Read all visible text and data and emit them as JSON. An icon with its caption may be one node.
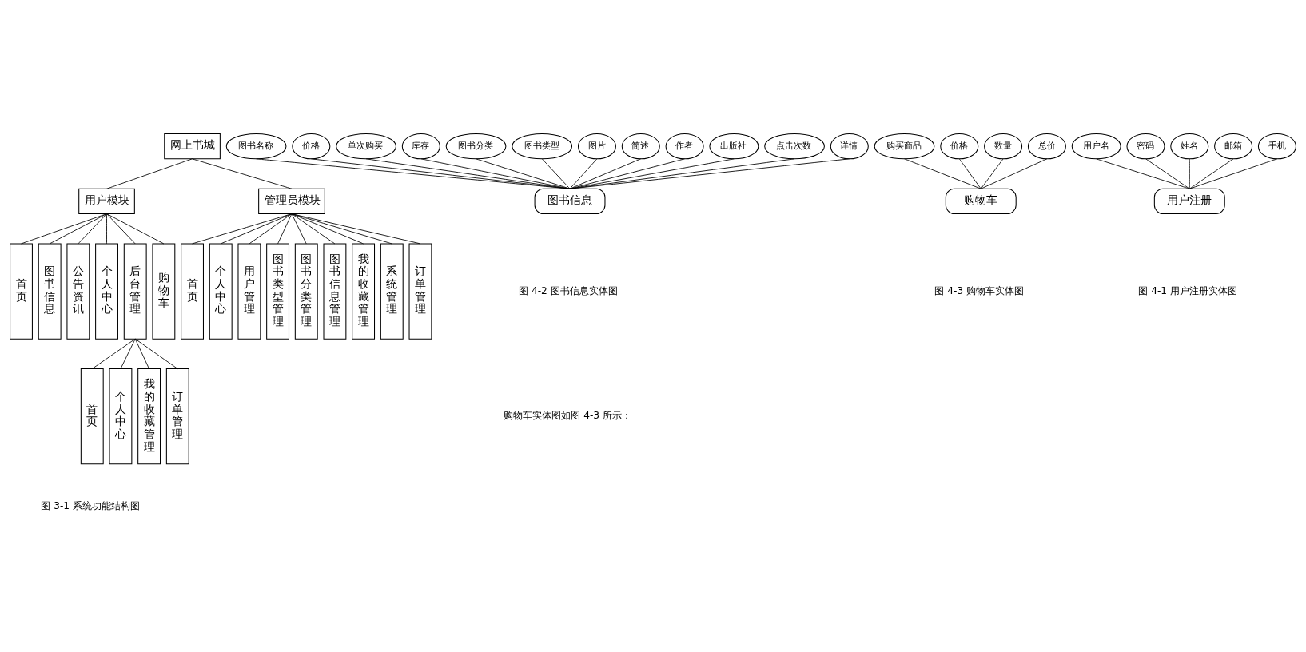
{
  "diagram": {
    "nodes": [
      {
        "text": [
          "网上书城"
        ]
      },
      {
        "text": [
          "用户模块"
        ]
      },
      {
        "text": [
          "管理员模块"
        ]
      },
      {
        "text": [
          "首页"
        ]
      },
      {
        "text": [
          "图书信息"
        ]
      },
      {
        "text": [
          "公告资讯"
        ]
      },
      {
        "text": [
          "个人中心"
        ]
      },
      {
        "text": [
          "后台管理"
        ]
      },
      {
        "text": [
          "购物车"
        ]
      },
      {
        "text": [
          "首页"
        ]
      },
      {
        "text": [
          "个人中心"
        ]
      },
      {
        "text": [
          "用户管理"
        ]
      },
      {
        "text": [
          "图书类型管理"
        ]
      },
      {
        "text": [
          "图书分类管理"
        ]
      },
      {
        "text": [
          "图书信息管理"
        ]
      },
      {
        "text": [
          "我的收藏管理"
        ]
      },
      {
        "text": [
          "系统管理"
        ]
      },
      {
        "text": [
          "订单管理"
        ]
      },
      {
        "text": [
          "首页"
        ]
      },
      {
        "text": [
          "个人中心"
        ]
      },
      {
        "text": [
          "我的收藏管理"
        ]
      },
      {
        "text": [
          "订单管理"
        ]
      },
      {
        "text": [
          "图书名称"
        ]
      },
      {
        "text": [
          "价格"
        ]
      },
      {
        "text": [
          "单次购买"
        ]
      },
      {
        "text": [
          "库存"
        ]
      },
      {
        "text": [
          "图书分类"
        ]
      },
      {
        "text": [
          "图书类型"
        ]
      },
      {
        "text": [
          "图片"
        ]
      },
      {
        "text": [
          "简述"
        ]
      },
      {
        "text": [
          "作者"
        ]
      },
      {
        "text": [
          "出版社"
        ]
      },
      {
        "text": [
          "点击次数"
        ]
      },
      {
        "text": [
          "详情"
        ]
      },
      {
        "text": [
          "图书信息"
        ]
      },
      {
        "text": [
          "购买商品"
        ]
      },
      {
        "text": [
          "价格"
        ]
      },
      {
        "text": [
          "数量"
        ]
      },
      {
        "text": [
          "总价"
        ]
      },
      {
        "text": [
          "购物车"
        ]
      },
      {
        "text": [
          "用户名"
        ]
      },
      {
        "text": [
          "密码"
        ]
      },
      {
        "text": [
          "姓名"
        ]
      },
      {
        "text": [
          "邮箱"
        ]
      },
      {
        "text": [
          "手机"
        ]
      },
      {
        "text": [
          "用户注册"
        ]
      }
    ],
    "edges": [
      {
        "from": 0,
        "to": 1,
        "arrow": "none"
      },
      {
        "from": 0,
        "to": 2,
        "arrow": "none"
      },
      {
        "from": 1,
        "to": 3,
        "arrow": "none"
      },
      {
        "from": 1,
        "to": 4,
        "arrow": "none"
      },
      {
        "from": 1,
        "to": 5,
        "arrow": "none"
      },
      {
        "from": 1,
        "to": 6,
        "arrow": "none"
      },
      {
        "from": 1,
        "to": 7,
        "arrow": "none"
      },
      {
        "from": 1,
        "to": 8,
        "arrow": "none"
      },
      {
        "from": 2,
        "to": 9,
        "arrow": "none"
      },
      {
        "from": 2,
        "to": 10,
        "arrow": "none"
      },
      {
        "from": 2,
        "to": 11,
        "arrow": "none"
      },
      {
        "from": 2,
        "to": 12,
        "arrow": "none"
      },
      {
        "from": 2,
        "to": 13,
        "arrow": "none"
      },
      {
        "from": 2,
        "to": 14,
        "arrow": "none"
      },
      {
        "from": 2,
        "to": 15,
        "arrow": "none"
      },
      {
        "from": 2,
        "to": 16,
        "arrow": "none"
      },
      {
        "from": 2,
        "to": 17,
        "arrow": "none"
      },
      {
        "from": 7,
        "to": 18,
        "arrow": "none"
      },
      {
        "from": 7,
        "to": 19,
        "arrow": "none"
      },
      {
        "from": 7,
        "to": 20,
        "arrow": "none"
      },
      {
        "from": 7,
        "to": 21,
        "arrow": "none"
      },
      {
        "from": 22,
        "to": 34,
        "arrow": "none"
      },
      {
        "from": 23,
        "to": 34,
        "arrow": "none"
      },
      {
        "from": 24,
        "to": 34,
        "arrow": "none"
      },
      {
        "from": 25,
        "to": 34,
        "arrow": "none"
      },
      {
        "from": 26,
        "to": 34,
        "arrow": "none"
      },
      {
        "from": 27,
        "to": 34,
        "arrow": "none"
      },
      {
        "from": 28,
        "to": 34,
        "arrow": "none"
      },
      {
        "from": 29,
        "to": 34,
        "arrow": "none"
      },
      {
        "from": 30,
        "to": 34,
        "arrow": "none"
      },
      {
        "from": 31,
        "to": 34,
        "arrow": "none"
      },
      {
        "from": 32,
        "to": 34,
        "arrow": "none"
      },
      {
        "from": 33,
        "to": 34,
        "arrow": "none"
      },
      {
        "from": 35,
        "to": 39,
        "arrow": "none"
      },
      {
        "from": 36,
        "to": 39,
        "arrow": "none"
      },
      {
        "from": 37,
        "to": 39,
        "arrow": "none"
      },
      {
        "from": 38,
        "to": 39,
        "arrow": "none"
      },
      {
        "from": 40,
        "to": 45,
        "arrow": "none"
      },
      {
        "from": 41,
        "to": 45,
        "arrow": "none"
      },
      {
        "from": 42,
        "to": 45,
        "arrow": "none"
      },
      {
        "from": 43,
        "to": 45,
        "arrow": "none"
      },
      {
        "from": 44,
        "to": 45,
        "arrow": "none"
      }
    ],
    "labels": [
      "图 3-1 系统功能结构图",
      "图 4-2 图书信息实体图",
      "购物车实体图如图 4-3 所示：",
      "图 4-3 购物车实体图",
      "图 4-1 用户注册实体图"
    ]
  }
}
